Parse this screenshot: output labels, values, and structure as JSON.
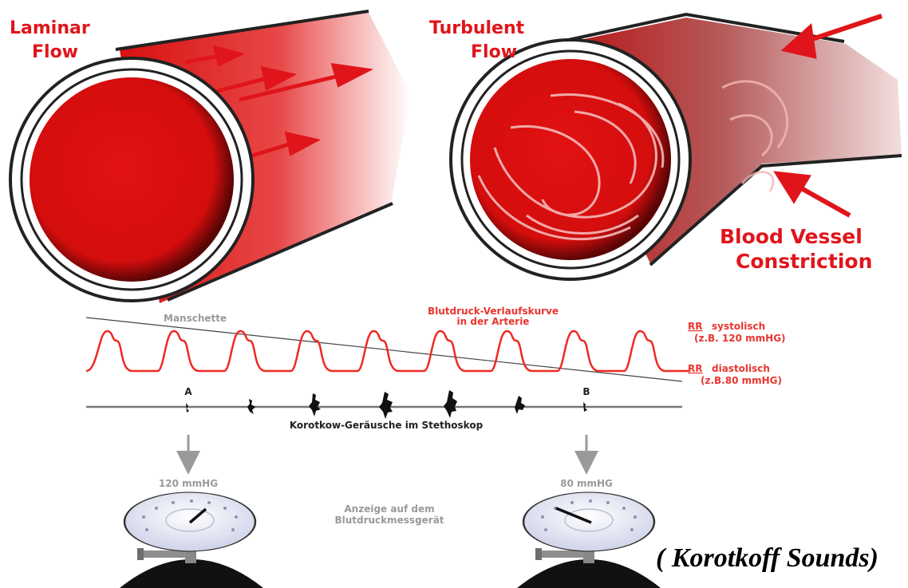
{
  "laminar": {
    "line1": "Laminar",
    "line2": "Flow"
  },
  "turbulent": {
    "line1": "Turbulent",
    "line2": "Flow"
  },
  "constriction": {
    "line1": "Blood Vessel",
    "line2": "Constriction"
  },
  "graph": {
    "cuff_label": "Manschette",
    "curve_label_1": "Blutdruck-Verlaufskurve",
    "curve_label_2": "in der Arterie",
    "systolic_abbr": "RR",
    "systolic_word": "systolisch",
    "systolic_example": "(z.B. 120 mmHG)",
    "diastolic_abbr": "RR",
    "diastolic_word": "diastolisch",
    "diastolic_example": "(z.B.80 mmHG)",
    "marker_a": "A",
    "marker_b": "B",
    "sounds_label": "Korotkow-Geräusche im Stethoskop"
  },
  "gauges": {
    "left_value": "120 mmHG",
    "right_value": "80 mmHG",
    "center_line1": "Anzeige auf dem",
    "center_line2": "Blutdruckmessgerät"
  },
  "caption": "( Korotkoff Sounds)",
  "colors": {
    "blood": "#e0151b",
    "curve": "#ee2a22",
    "gray": "#9a9a9a"
  }
}
